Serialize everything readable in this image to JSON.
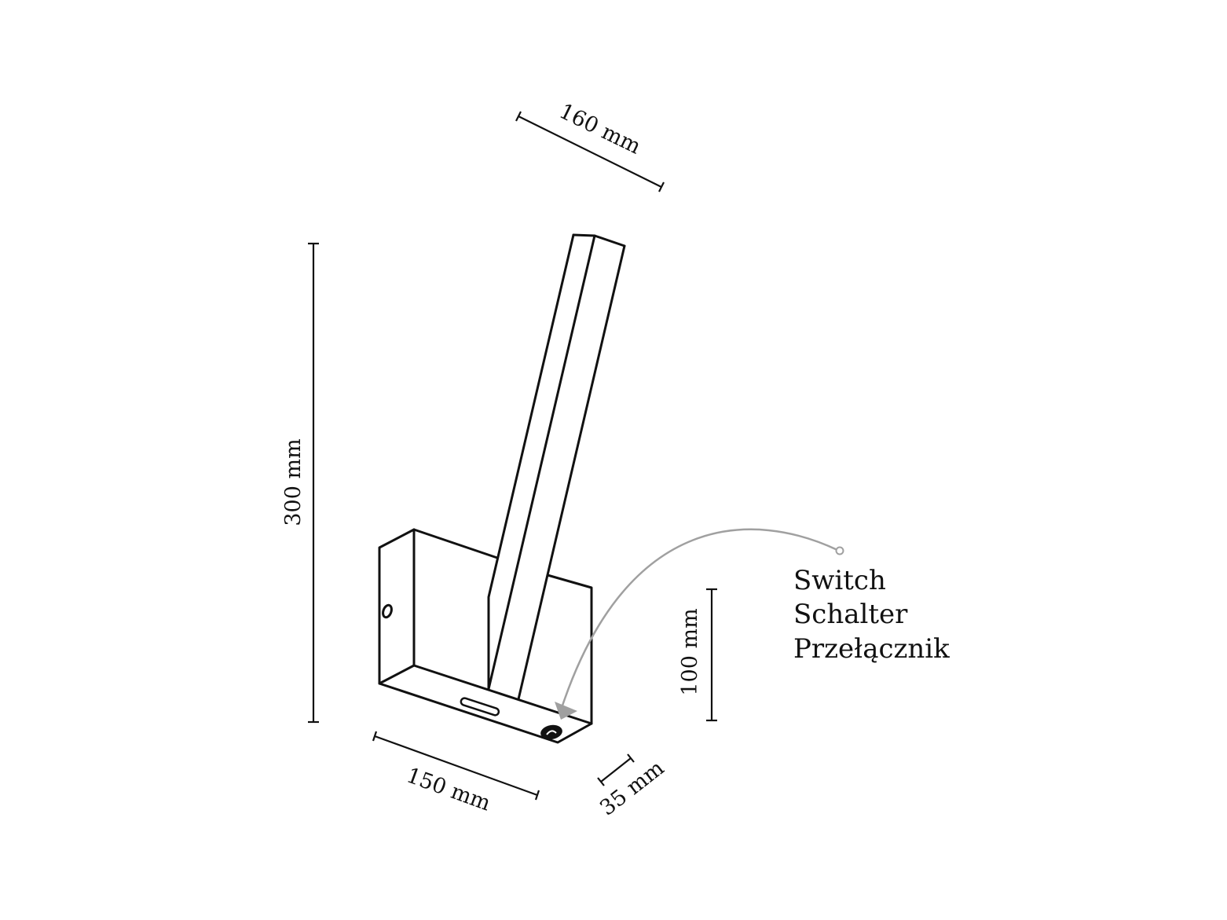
{
  "dimensions": {
    "arm_length": "160 mm",
    "total_height": "300 mm",
    "base_height": "100 mm",
    "base_width": "150 mm",
    "base_depth": "35 mm"
  },
  "legend": {
    "lines": [
      "Switch",
      "Schalter",
      "Przełącznik"
    ]
  },
  "colors": {
    "line": "#111111",
    "pointer": "#a0a0a0"
  }
}
